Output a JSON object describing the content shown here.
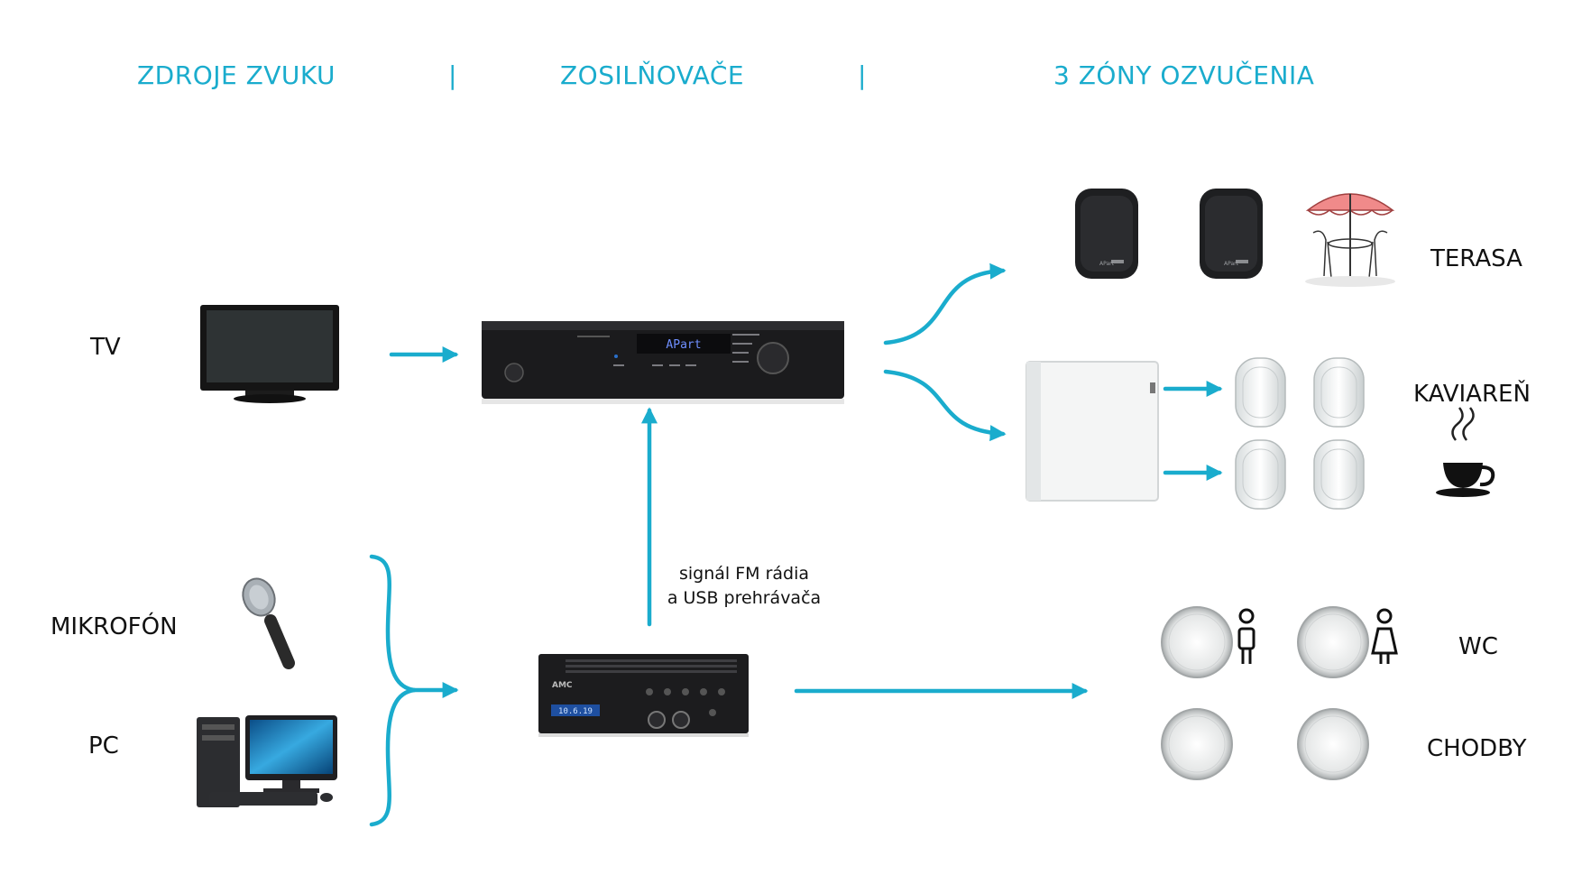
{
  "header": {
    "sources": "ZDROJE ZVUKU",
    "sep1": "|",
    "amplifiers": "ZOSILŇOVAČE",
    "sep2": "|",
    "zones": "3 ZÓNY OZVUČENIA"
  },
  "sources": {
    "tv": "TV",
    "mic": "MIKROFÓN",
    "pc": "PC"
  },
  "zones": {
    "terrace": "TERASA",
    "cafe": "KAVIAREŇ",
    "wc": "WC",
    "corridors": "CHODBY"
  },
  "amp1_display": "APart",
  "amp2_display": "10.6.19",
  "amp2_brand": "AMC",
  "speaker_brand": "APart",
  "note": {
    "line1": "signál FM rádia",
    "line2": "a USB prehrávača"
  },
  "colors": {
    "accent": "#1aaccd",
    "device_dark": "#1b1b1d",
    "speaker_white": "#eef0f0"
  }
}
